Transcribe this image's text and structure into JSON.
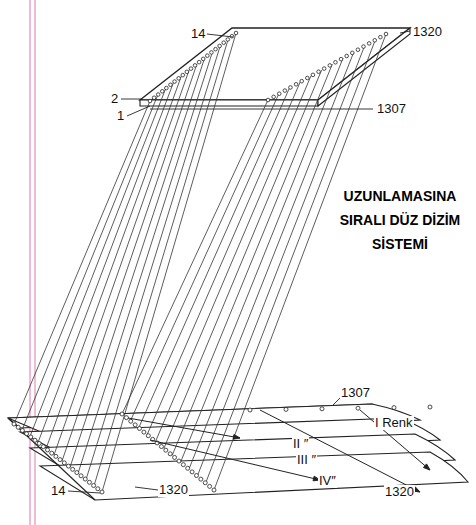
{
  "diagram": {
    "title": "UZUNLAMASINA SIRALI DÜZ DİZİM SİSTEMİ",
    "labels": [
      "14",
      "1320",
      "2",
      "1",
      "1307",
      "1307",
      "I Renk",
      "II ″",
      "III ″",
      "IV″",
      "1320",
      "14",
      "1320"
    ]
  }
}
